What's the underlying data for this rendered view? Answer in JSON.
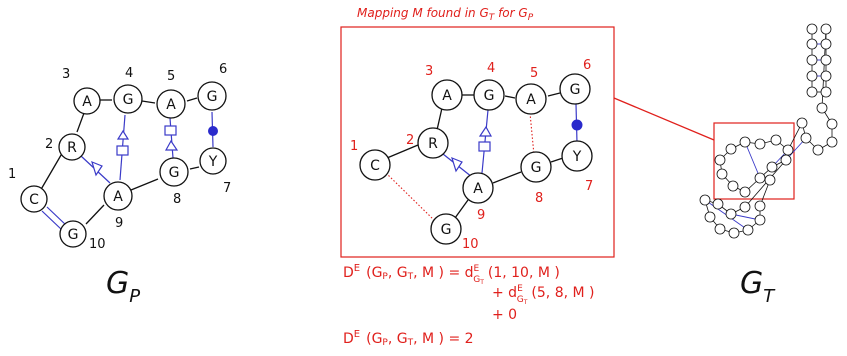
{
  "graph_p": {
    "title_main": "G",
    "title_sub": "P",
    "nodes": [
      {
        "id": "1",
        "letter": "C"
      },
      {
        "id": "2",
        "letter": "R"
      },
      {
        "id": "3",
        "letter": "A"
      },
      {
        "id": "4",
        "letter": "G"
      },
      {
        "id": "5",
        "letter": "A"
      },
      {
        "id": "6",
        "letter": "G"
      },
      {
        "id": "7",
        "letter": "Y"
      },
      {
        "id": "8",
        "letter": "G"
      },
      {
        "id": "9",
        "letter": "A"
      },
      {
        "id": "10",
        "letter": "G"
      }
    ]
  },
  "mapping": {
    "caption": "Mapping M found in G",
    "caption_sub1": "T",
    "caption_mid": " for G",
    "caption_sub2": "P",
    "nodes": [
      {
        "id": "1",
        "letter": "C"
      },
      {
        "id": "2",
        "letter": "R"
      },
      {
        "id": "3",
        "letter": "A"
      },
      {
        "id": "4",
        "letter": "G"
      },
      {
        "id": "5",
        "letter": "A"
      },
      {
        "id": "6",
        "letter": "G"
      },
      {
        "id": "7",
        "letter": "Y"
      },
      {
        "id": "8",
        "letter": "G"
      },
      {
        "id": "9",
        "letter": "A"
      },
      {
        "id": "10",
        "letter": "G"
      }
    ]
  },
  "formula": {
    "line1_lhs": "D",
    "line1_sup": "E",
    "line1_args": "(G",
    "line1_sub_p": "P",
    "line1_comma": ", G",
    "line1_sub_t": "T",
    "line1_rest": ", M ) = d",
    "line1_d_sup": "E",
    "line1_d_sub": "G",
    "line1_d_subsub": "T",
    "line1_tail": "(1, 10, M )",
    "line2_plus": "+ d",
    "line2_d_sup": "E",
    "line2_d_sub": "G",
    "line2_d_subsub": "T",
    "line2_tail": "(5, 8, M )",
    "line3": "+ 0",
    "line4_lhs": "D",
    "line4_sup": "E",
    "line4_args": "(G",
    "line4_sub_p": "P",
    "line4_comma": ", G",
    "line4_sub_t": "T",
    "line4_rest": ", M ) = 2"
  },
  "graph_t": {
    "title_main": "G",
    "title_sub": "T"
  }
}
